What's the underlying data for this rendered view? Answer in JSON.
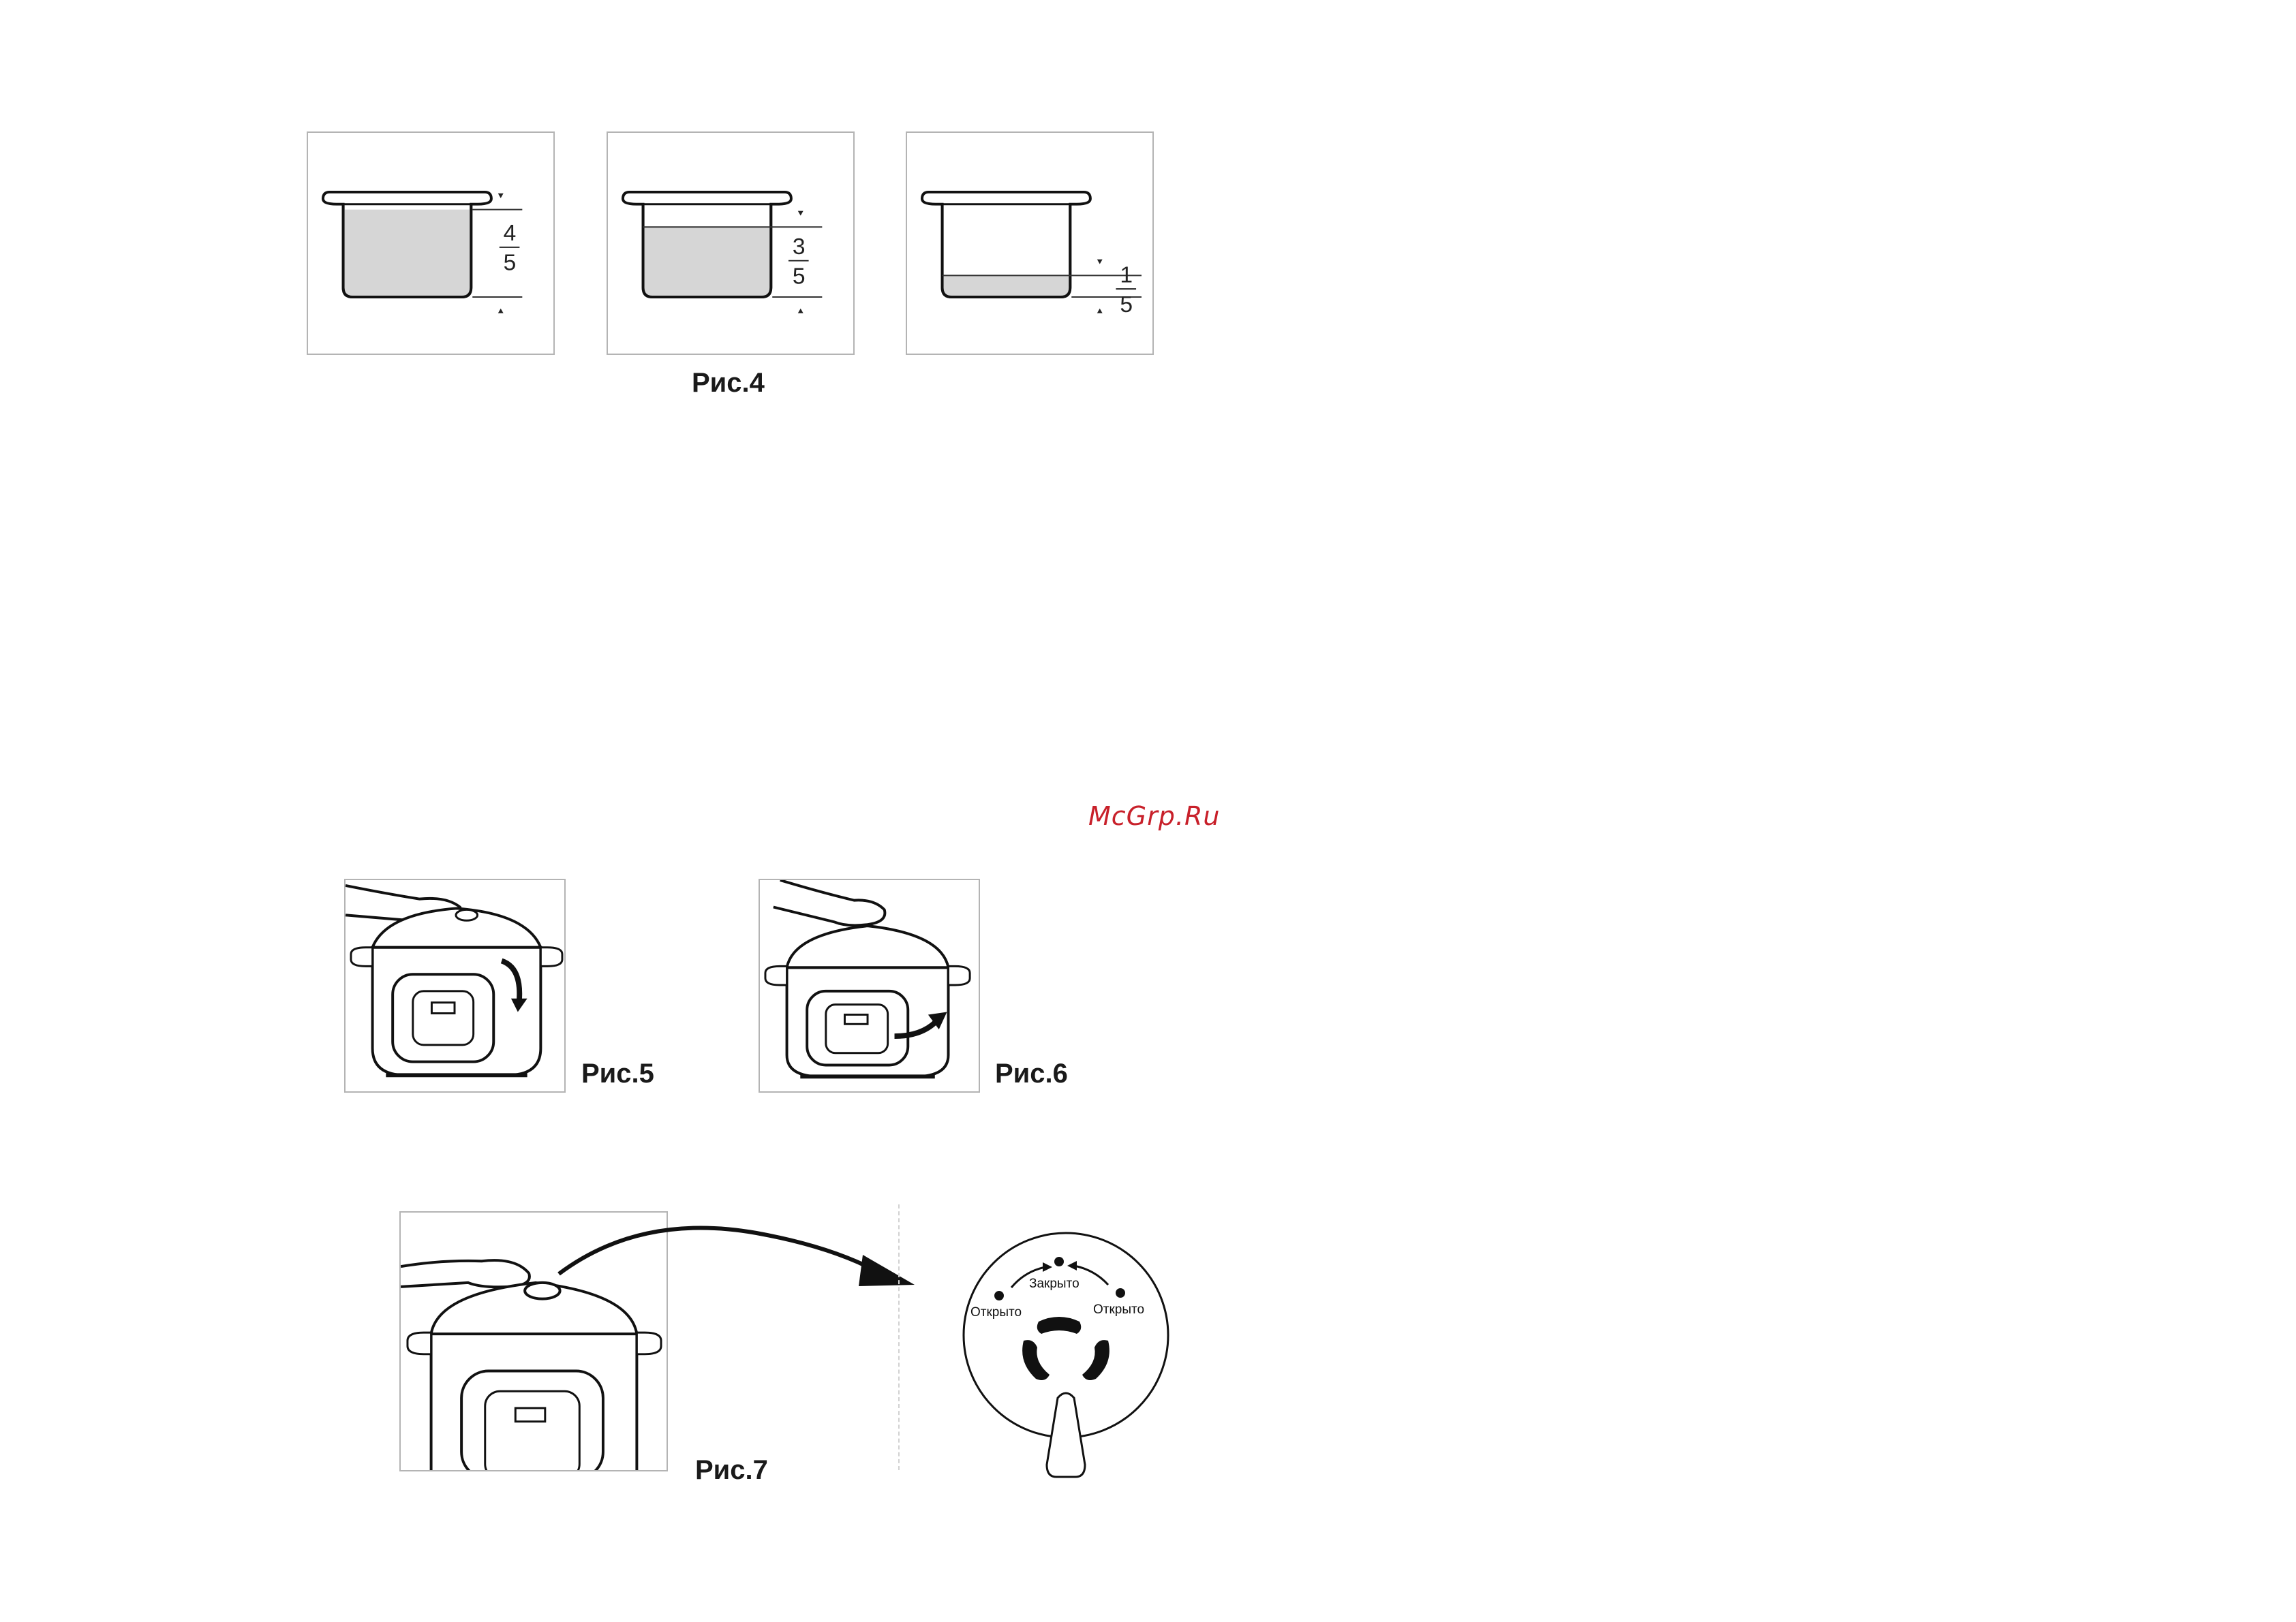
{
  "figures": {
    "fig4": {
      "caption": "Рис.4",
      "pots": [
        {
          "num": "4",
          "den": "5",
          "fill_level": 0.8
        },
        {
          "num": "3",
          "den": "5",
          "fill_level": 0.6
        },
        {
          "num": "1",
          "den": "5",
          "fill_level": 0.2
        }
      ]
    },
    "fig5": {
      "caption": "Рис.5"
    },
    "fig6": {
      "caption": "Рис.6"
    },
    "fig7": {
      "caption": "Рис.7",
      "dial": {
        "closed_label": "Закрыто",
        "open_left_label": "Открыто",
        "open_right_label": "Открыто"
      }
    }
  },
  "watermark": "McGrp.Ru",
  "colors": {
    "liquid": "#d6d6d6",
    "frame": "#b4b4b4",
    "watermark": "#c8202a"
  }
}
